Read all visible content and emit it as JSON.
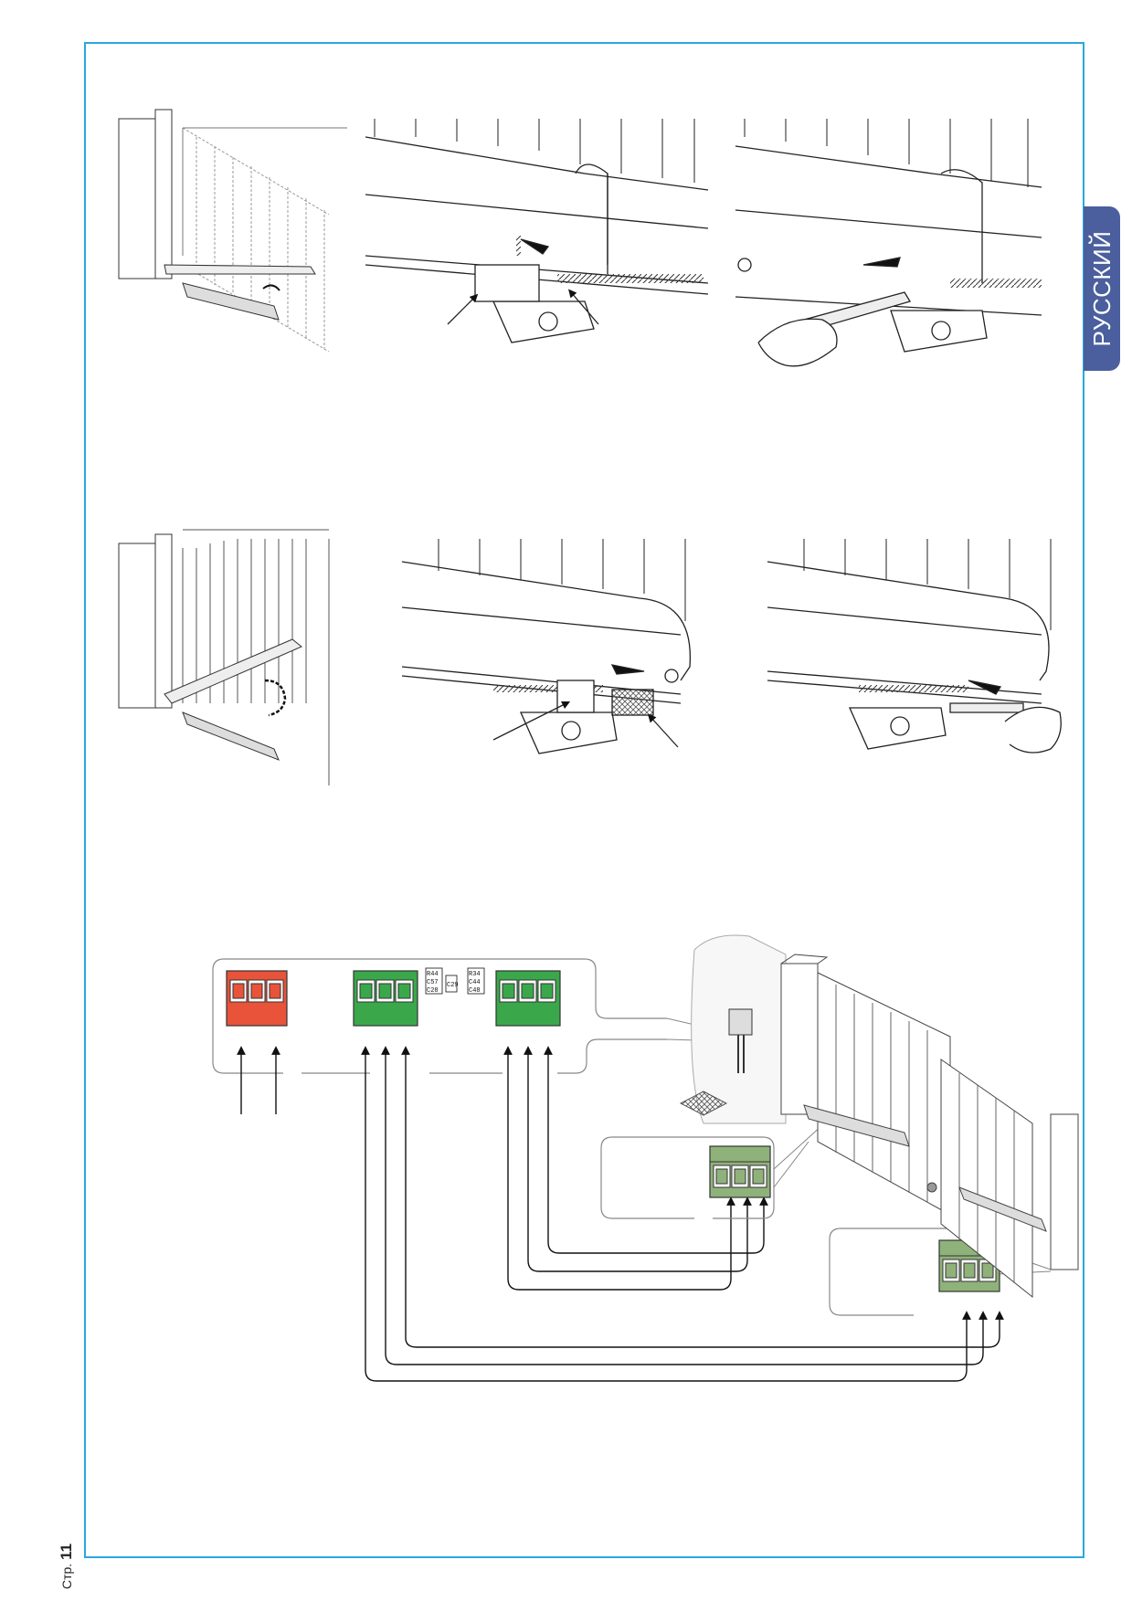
{
  "side_tab": {
    "language": "РУССКИЙ"
  },
  "footer": {
    "page_prefix": "Стр.",
    "page_number": "11"
  },
  "board_labels": {
    "left_group": [
      "R44",
      "C57",
      "C28"
    ],
    "mid_group": [
      "C29"
    ],
    "right_group": [
      "R34",
      "C44",
      "C48"
    ]
  },
  "colors": {
    "frame": "#2aa7de",
    "language_tab": "#4b5f9e",
    "terminal_red": "#e8533a",
    "terminal_green": "#3aa84a",
    "terminal_sage": "#8fb27a"
  },
  "icons": [
    "arrow-icon",
    "wrench-icon",
    "hand-icon",
    "gate-icon",
    "photocell-icon"
  ]
}
